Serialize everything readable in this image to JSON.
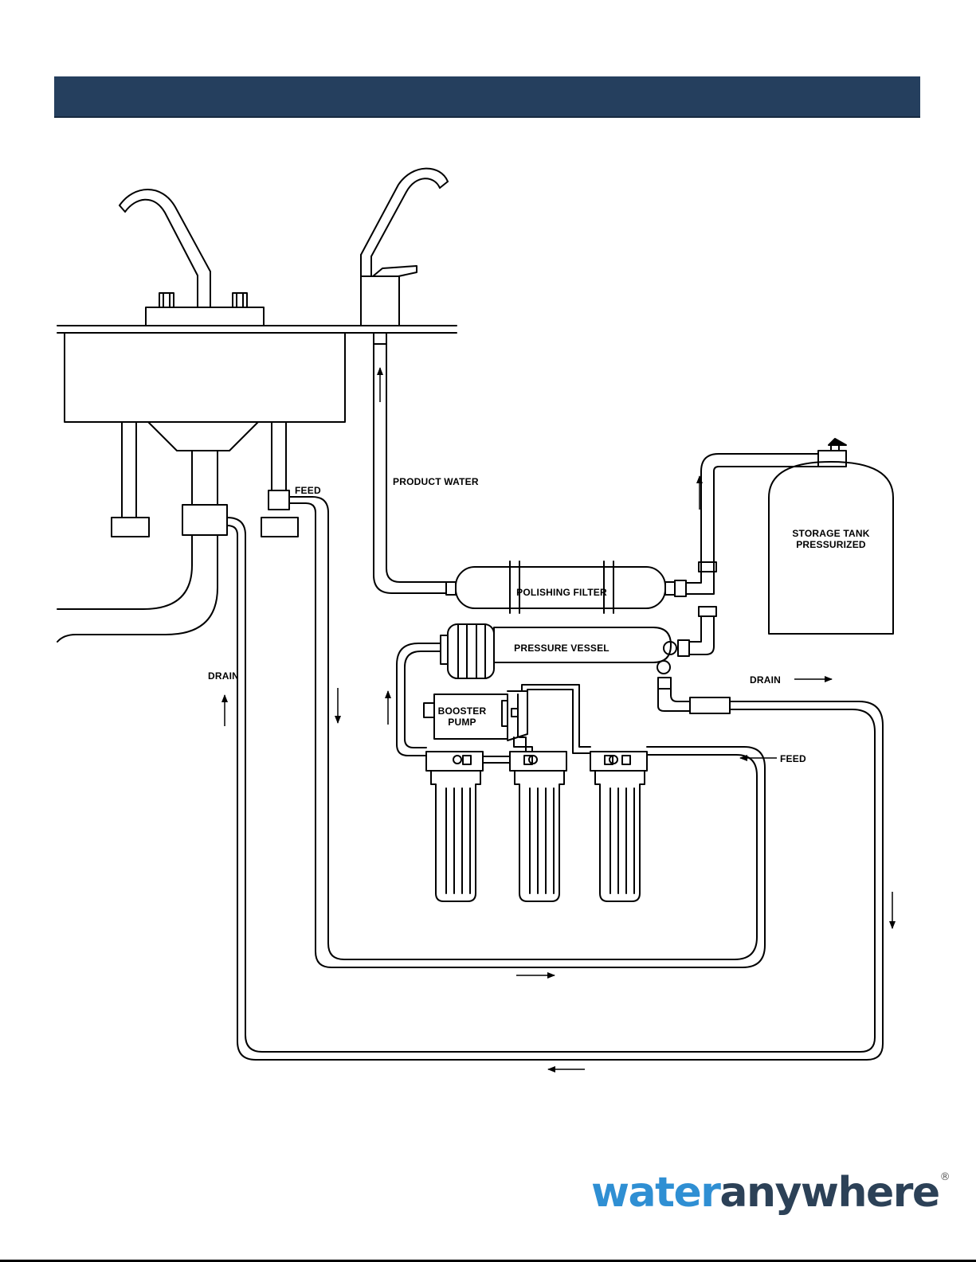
{
  "header": {
    "background": "#253f5e"
  },
  "labels": {
    "feed_top": "FEED",
    "product_water": "PRODUCT WATER",
    "storage_tank": [
      "STORAGE TANK",
      "PRESSURIZED"
    ],
    "polishing_filter": "POLISHING FILTER",
    "pressure_vessel": "PRESSURE VESSEL",
    "drain_right": "DRAIN",
    "drain_left": "DRAIN",
    "booster_pump": [
      "BOOSTER",
      "PUMP"
    ],
    "feed_right": "FEED"
  },
  "logo": {
    "part1": "water",
    "part2": "anywhere",
    "registered": "®",
    "colors": {
      "part1": "#2f8fd3",
      "part2": "#2c4157"
    }
  }
}
